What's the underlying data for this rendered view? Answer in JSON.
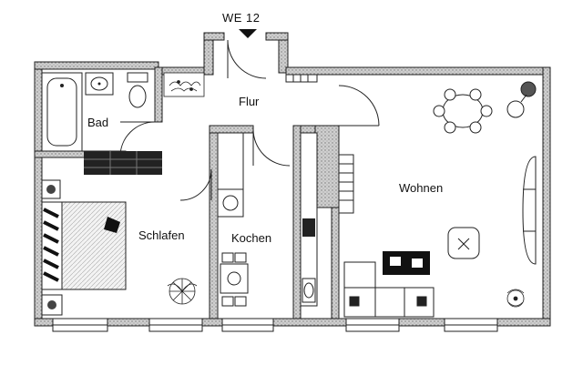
{
  "plan": {
    "unit_label": "WE 12",
    "rooms": {
      "bad": "Bad",
      "flur": "Flur",
      "wohnen": "Wohnen",
      "schlafen": "Schlafen",
      "kochen": "Kochen"
    }
  }
}
